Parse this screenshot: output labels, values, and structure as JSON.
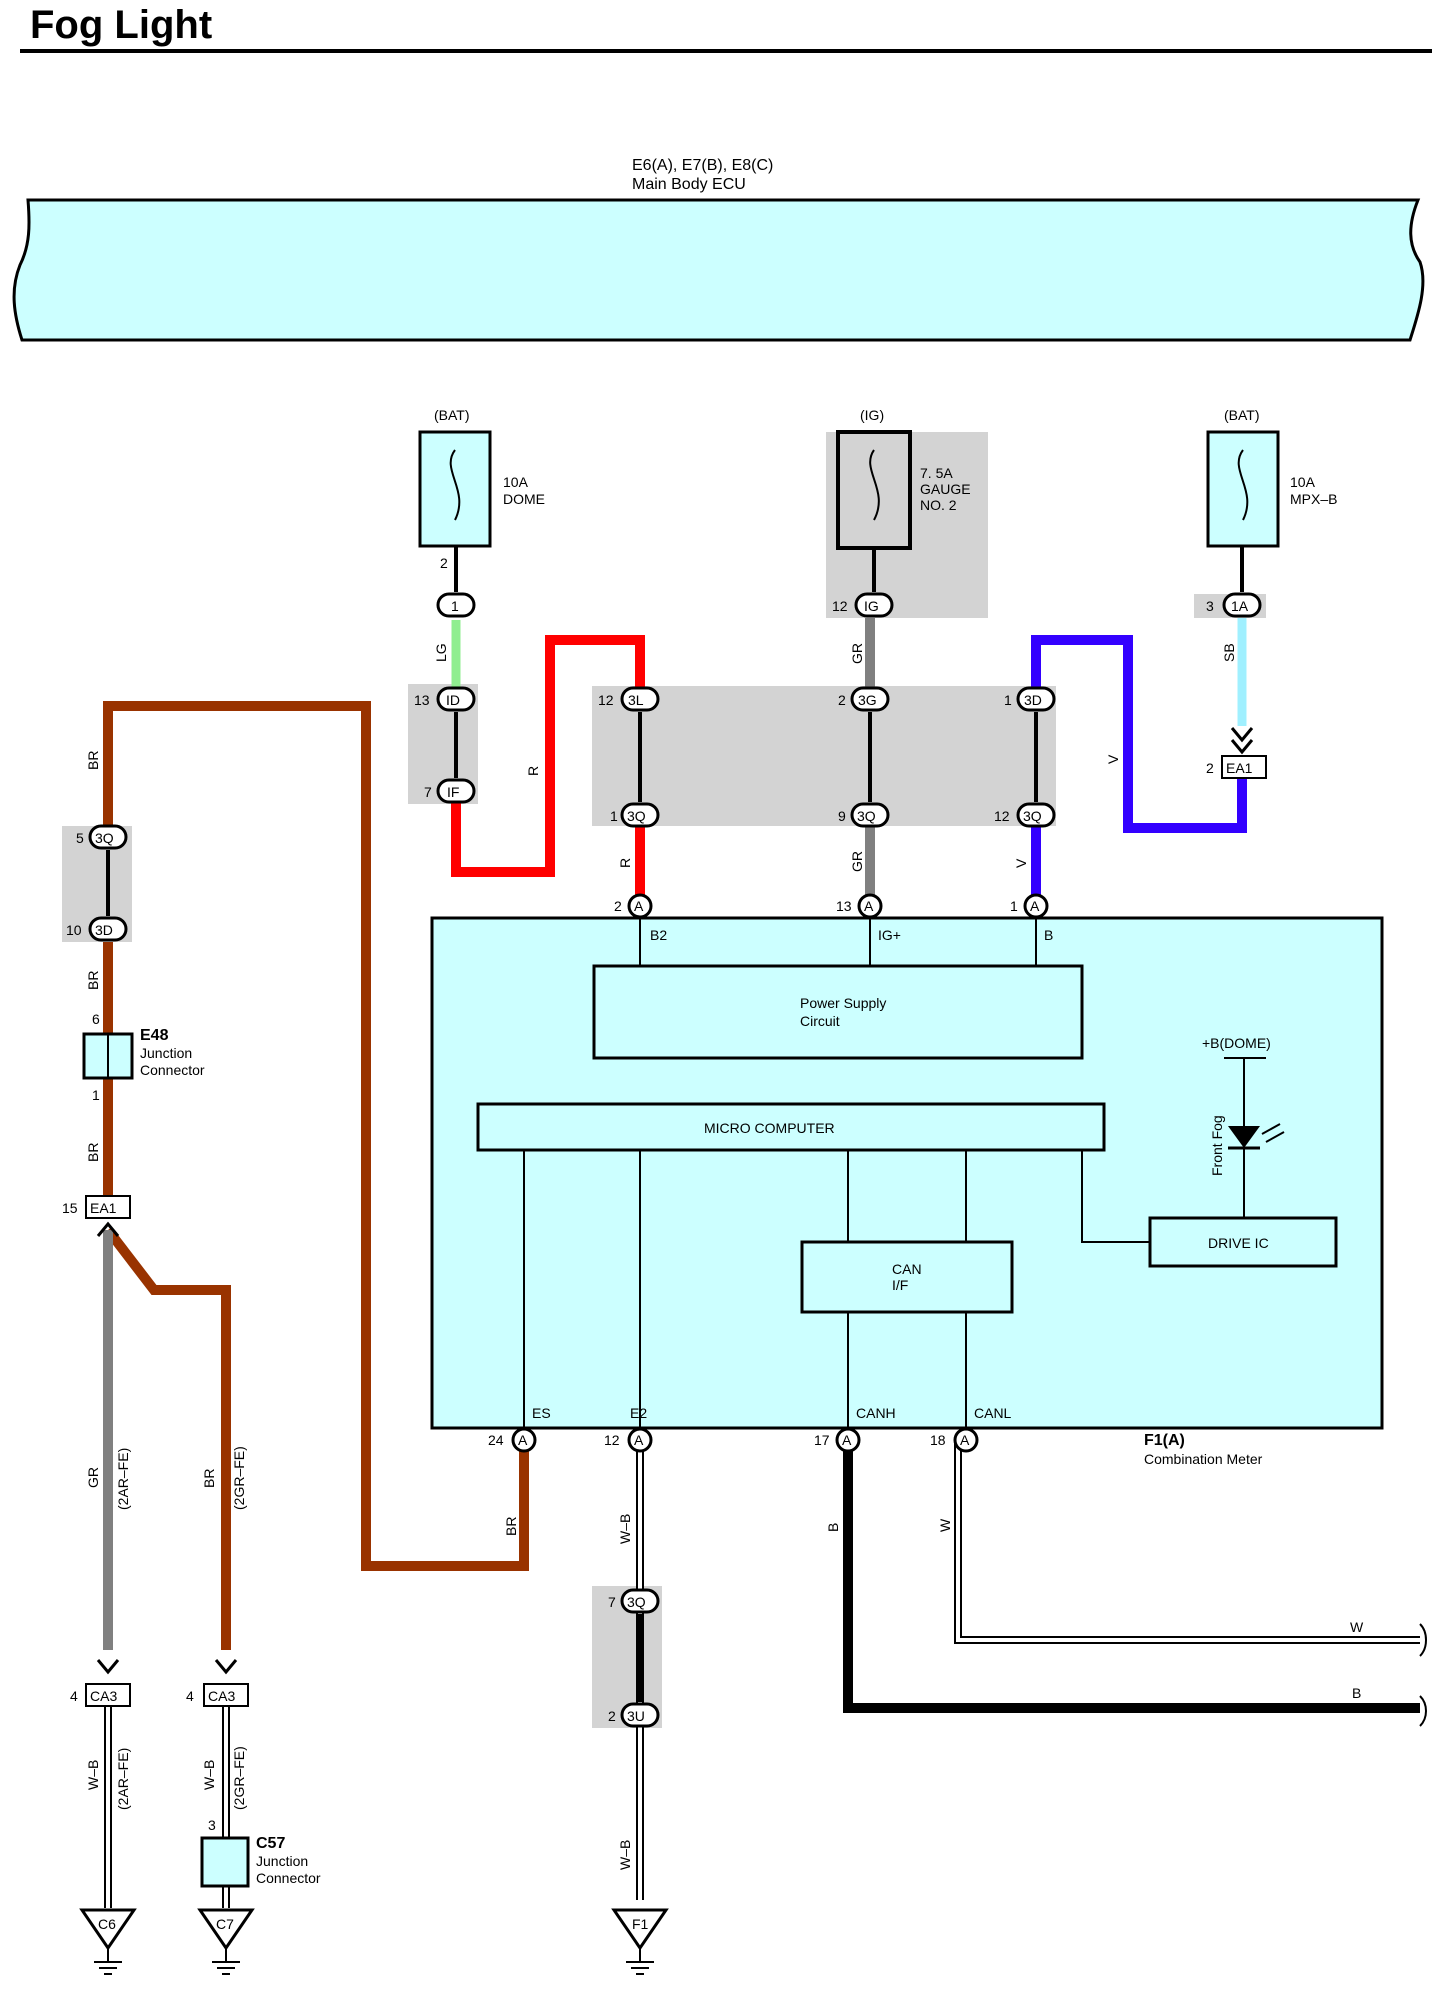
{
  "title": "Fog Light",
  "ecu": {
    "id": "E6(A), E7(B), E8(C)",
    "name": "Main Body ECU"
  },
  "fuses": [
    {
      "source": "(BAT)",
      "amp": "10A",
      "name": "DOME",
      "name2": ""
    },
    {
      "source": "(IG)",
      "amp": "7. 5A",
      "name": "GAUGE",
      "name2": "NO. 2"
    },
    {
      "source": "(BAT)",
      "amp": "10A",
      "name": "MPX–B",
      "name2": ""
    }
  ],
  "pins": {
    "fuse1_out": "2",
    "j1": "1",
    "j1d": "13",
    "jID": "ID",
    "jIF": "IF",
    "j7": "7",
    "fuse2_pin": "12",
    "IG": "IG",
    "fuse3_pin": "3",
    "j1A": "1A",
    "p12": "12",
    "p3L": "3L",
    "p2": "2",
    "p3G": "3G",
    "p1": "1",
    "p3D": "3D",
    "p1b": "1",
    "p3Q": "3Q",
    "p9": "9",
    "p12b": "12",
    "pA": "A",
    "p13": "13",
    "p5": "5",
    "p10": "10",
    "p6": "6",
    "p15": "15",
    "p4": "4",
    "p3": "3",
    "p24": "24",
    "p17": "17",
    "p18": "18",
    "p7": "7",
    "p3U": "3U",
    "EA1": "EA1",
    "CA3": "CA3"
  },
  "wires": {
    "LG": "LG",
    "R": "R",
    "GR": "GR",
    "V": "V",
    "SB": "SB",
    "BR": "BR",
    "WB": "W–B",
    "B": "B",
    "W": "W",
    "gr2ar": "(2AR–FE)",
    "gr2gr": "(2GR–FE)"
  },
  "meter": {
    "id": "F1(A)",
    "name": "Combination Meter",
    "terminals": {
      "B2": "B2",
      "IGp": "IG+",
      "B": "B",
      "ES": "ES",
      "E2": "E2",
      "CANH": "CANH",
      "CANL": "CANL"
    },
    "power_supply": [
      "Power Supply",
      "Circuit"
    ],
    "micro": "MICRO COMPUTER",
    "can": [
      "CAN",
      "I/F"
    ],
    "drive": "DRIVE IC",
    "dome": "+B(DOME)",
    "front_fog": "Front Fog"
  },
  "e48": {
    "id": "E48",
    "l1": "Junction",
    "l2": "Connector"
  },
  "c57": {
    "id": "C57",
    "l1": "Junction",
    "l2": "Connector"
  },
  "grounds": [
    "C6",
    "C7",
    "F1"
  ],
  "colors": {
    "LG": "#90ee90",
    "R": "#ff0000",
    "GR": "#808080",
    "V": "#3300ff",
    "SB": "#a0f0ff",
    "BR": "#993300",
    "fill": "#ccffff",
    "gray": "#d3d3d3"
  }
}
